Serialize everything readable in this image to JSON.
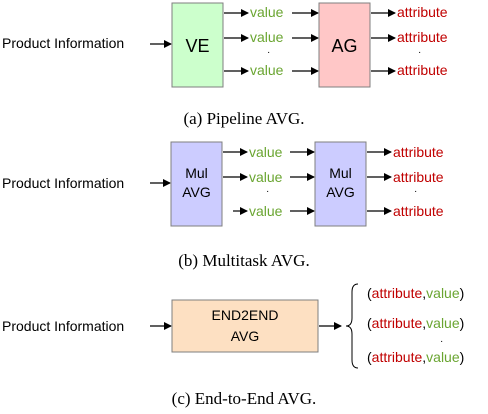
{
  "colors": {
    "value": "#6aa531",
    "attribute": "#c00000",
    "ve_fill": "#ccffcc",
    "ag_fill": "#ffc7c7",
    "mul_fill": "#ccccff",
    "end_fill": "#fde0c2",
    "line": "#000000"
  },
  "pipeline": {
    "input": "Product Information",
    "ve_label": "VE",
    "ag_label": "AG",
    "values": [
      "value",
      "value",
      "value"
    ],
    "attributes": [
      "attribute",
      "attribute",
      "attribute"
    ],
    "caption": "(a) Pipeline AVG."
  },
  "multitask": {
    "input": "Product Information",
    "box1_line1": "Mul",
    "box1_line2": "AVG",
    "box2_line1": "Mul",
    "box2_line2": "AVG",
    "values": [
      "value",
      "value",
      "value"
    ],
    "attributes": [
      "attribute",
      "attribute",
      "attribute"
    ],
    "caption": "(b) Multitask AVG."
  },
  "end2end": {
    "input": "Product Information",
    "box_line1": "END2END",
    "box_line2": "AVG",
    "pairs": [
      {
        "open": "(",
        "attribute": "attribute",
        "comma": ",",
        "value": "value",
        "close": ")"
      },
      {
        "open": "(",
        "attribute": "attribute",
        "comma": ",",
        "value": "value",
        "close": ")"
      },
      {
        "open": "(",
        "attribute": "attribute",
        "comma": ",",
        "value": "value",
        "close": ")"
      }
    ],
    "caption": "(c) End-to-End AVG."
  }
}
